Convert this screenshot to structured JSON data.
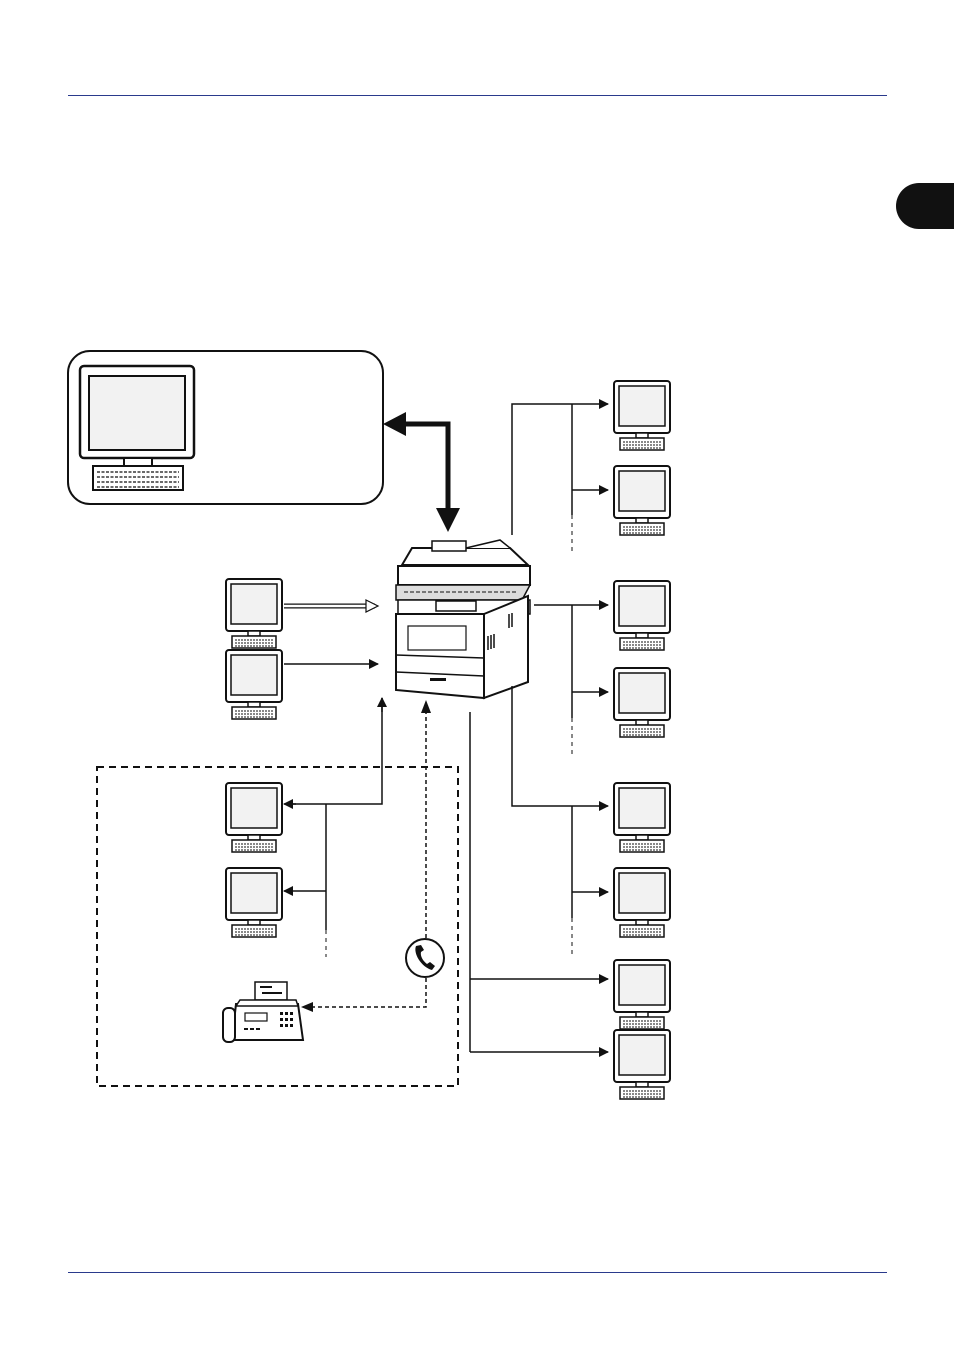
{
  "colors": {
    "rule": "#2a3a8c",
    "tab": "#111111",
    "ink": "#111111",
    "screen_fill": "#f2f2f2"
  },
  "icons": {
    "admin_pc": "computer-monitor-icon",
    "network_pc": "computer-monitor-icon",
    "mfp": "multifunction-printer-icon",
    "fax": "fax-machine-icon",
    "telephone_line": "telephone-handset-icon"
  },
  "diagram": {
    "nodes": [
      "admin-pc",
      "mfp",
      "printing-pc",
      "scanning-pc",
      "remote-pc",
      "fax-machine",
      "network-pc"
    ]
  }
}
